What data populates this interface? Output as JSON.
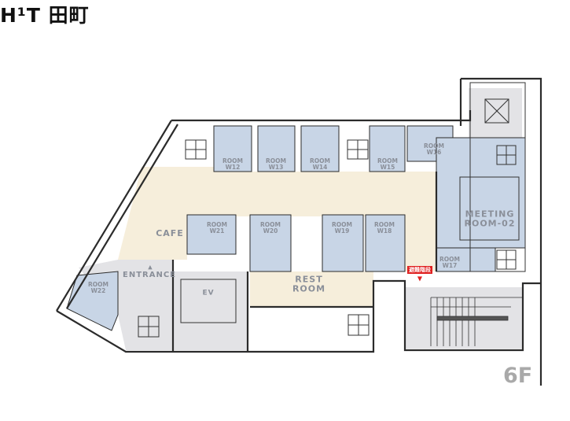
{
  "header": {
    "logo": "H¹T",
    "title": "田町"
  },
  "floor_label": "6F",
  "colors": {
    "room": "#c8d5e6",
    "common": "#f6eedb",
    "service": "#e3e3e6",
    "wall": "#2b2b2b",
    "evacuation": "#e02020",
    "label": "#8a8f99"
  },
  "rooms": [
    {
      "id": "w12",
      "label": "ROOM W12"
    },
    {
      "id": "w13",
      "label": "ROOM W13"
    },
    {
      "id": "w14",
      "label": "ROOM W14"
    },
    {
      "id": "w15",
      "label": "ROOM W15"
    },
    {
      "id": "w16",
      "label": "ROOM W16"
    },
    {
      "id": "w17",
      "label": "ROOM W17"
    },
    {
      "id": "w18",
      "label": "ROOM W18"
    },
    {
      "id": "w19",
      "label": "ROOM W19"
    },
    {
      "id": "w20",
      "label": "ROOM W20"
    },
    {
      "id": "w21",
      "label": "ROOM W21"
    },
    {
      "id": "w22",
      "label": "ROOM W22"
    }
  ],
  "room_word": "ROOM",
  "room_codes": [
    "W12",
    "W13",
    "W14",
    "W15",
    "W16",
    "W17",
    "W18",
    "W19",
    "W20",
    "W21",
    "W22"
  ],
  "areas": {
    "meeting": [
      "MEETING",
      "ROOM-02"
    ],
    "cafe": "CAFE",
    "entrance": "ENTRANCE",
    "entrance_marker": "▲",
    "ev": "EV",
    "restroom": [
      "REST",
      "ROOM"
    ],
    "evacuation_stairs": "避難階段",
    "evacuation_marker": "▼"
  }
}
